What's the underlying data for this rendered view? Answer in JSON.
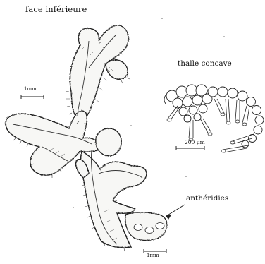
{
  "labels": {
    "title": "face inférieure",
    "concave": "thalle concave",
    "antheridia": "anthéridies"
  },
  "scale_bars": {
    "left": "1mm",
    "cross_section": "200 µm",
    "bottom": "1mm"
  }
}
